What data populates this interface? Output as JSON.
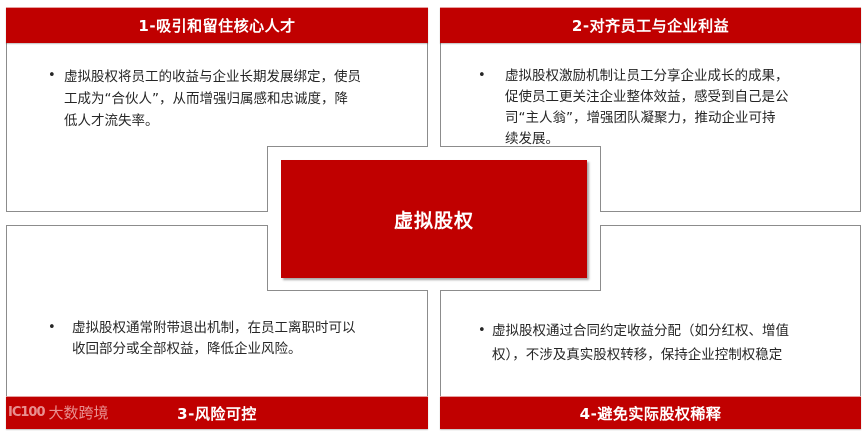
{
  "center": {
    "title": "虚拟股权"
  },
  "quadrants": [
    {
      "title": "1-吸引和留住核心人才",
      "lines": [
        "虚拟股权将员工的收益与企业长期发展绑定，使员",
        "工成为“合伙人”，从而增强归属感和忠诚度，降",
        "低人才流失率。"
      ]
    },
    {
      "title": "2-对齐员工与企业利益",
      "lines": [
        "虚拟股权激励机制让员工分享企业成长的成果，",
        "促使员工更关注企业整体效益，感受到自己是公",
        "司“主人翁”，增强团队凝聚力，推动企业可持",
        "续发展。"
      ]
    },
    {
      "title": "3-风险可控",
      "lines": [
        "虚拟股权通常附带退出机制，在员工离职时可以",
        "收回部分或全部权益，降低企业风险。"
      ]
    },
    {
      "title": "4-避免实际股权稀释",
      "lines": [
        "虚拟股权通过合同约定收益分配（如分红权、增值",
        "权），不涉及真实股权转移，保持企业控制权稳定"
      ]
    }
  ],
  "bullet_glyph": "•",
  "watermark": {
    "logo": "IC100",
    "text": "大数跨境"
  },
  "colors": {
    "accent": "#c00000",
    "border": "#8c8c8c",
    "text": "#262626"
  }
}
